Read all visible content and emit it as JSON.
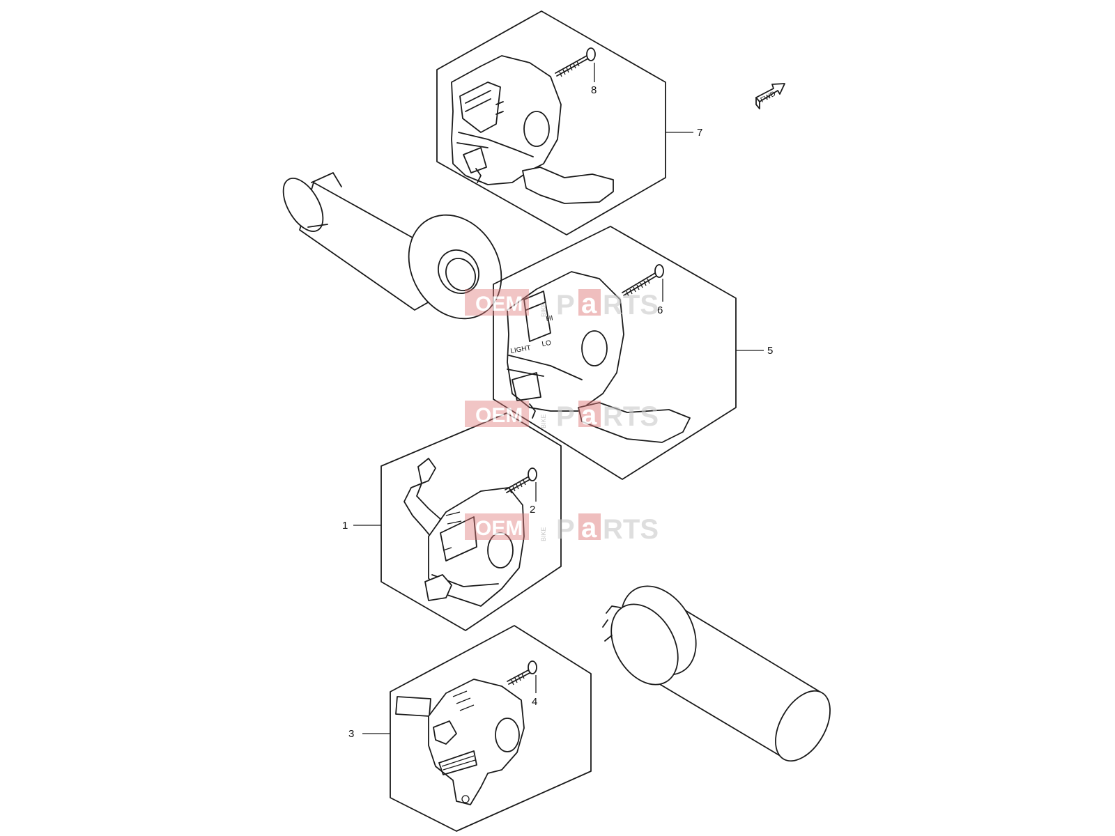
{
  "diagram": {
    "callouts": [
      {
        "id": "7",
        "label": "7"
      },
      {
        "id": "8",
        "label": "8"
      },
      {
        "id": "5",
        "label": "5"
      },
      {
        "id": "6",
        "label": "6"
      },
      {
        "id": "1",
        "label": "1"
      },
      {
        "id": "2",
        "label": "2"
      },
      {
        "id": "3",
        "label": "3"
      },
      {
        "id": "4",
        "label": "4"
      }
    ],
    "fwd_label": "FWD",
    "switch_text": {
      "hi": "HI",
      "lo": "LO",
      "light": "LIGHT"
    },
    "watermark": {
      "oem": "OEM",
      "bike": "BIKE",
      "p": "P",
      "a": "a",
      "rts": "RTS"
    }
  }
}
